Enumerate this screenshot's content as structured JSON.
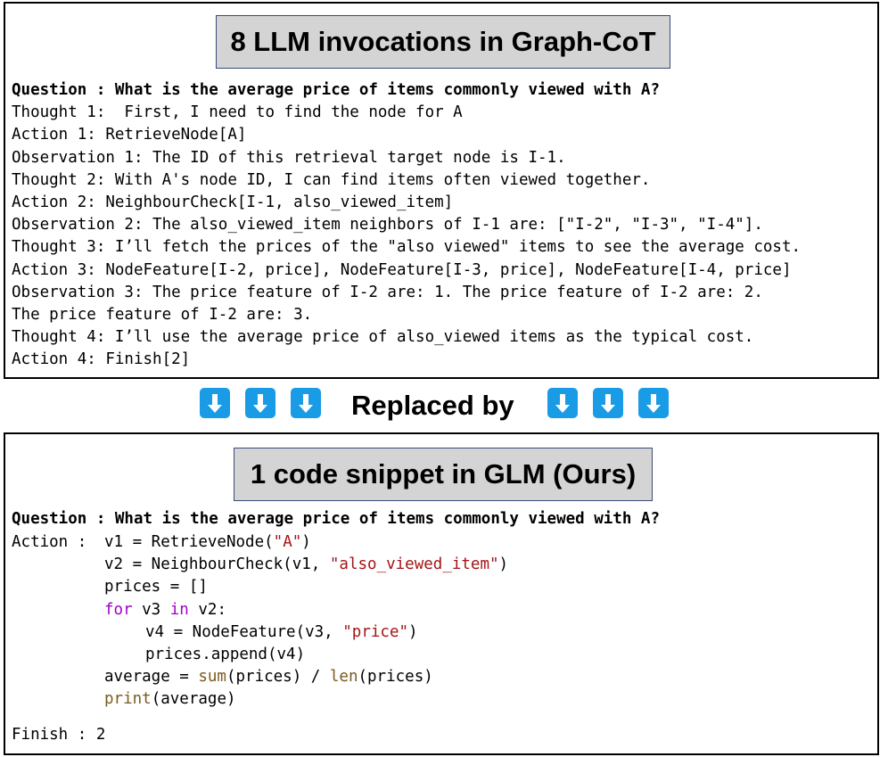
{
  "top": {
    "title": "8 LLM invocations in Graph-CoT",
    "lines": [
      "Question : What is the average price of items commonly viewed with A?",
      "Thought 1:  First, I need to find the node for A",
      "Action 1: RetrieveNode[A]",
      "Observation 1: The ID of this retrieval target node is I-1.",
      "Thought 2: With A's node ID, I can find items often viewed together.",
      "Action 2: NeighbourCheck[I-1, also_viewed_item]",
      "Observation 2: The also_viewed_item neighbors of I-1 are: [\"I-2\", \"I-3\", \"I-4\"].",
      "Thought 3: I’ll fetch the prices of the \"also viewed\" items to see the average cost.",
      "Action 3: NodeFeature[I-2, price], NodeFeature[I-3, price], NodeFeature[I-4, price]",
      "Observation 3: The price feature of I-2 are: 1. The price feature of I-2 are: 2.",
      "The price feature of I-2 are: 3.",
      "Thought 4: I’ll use the average price of also_viewed items as the typical cost.",
      "Action 4: Finish[2]"
    ]
  },
  "divider": {
    "label": "Replaced by",
    "arrow_icon": "down-arrow-icon",
    "arrow_color": "#1a9be6"
  },
  "bottom": {
    "title": "1 code snippet in GLM (Ours)",
    "question": "Question : What is the average price of items commonly viewed with A?",
    "action_label": "Action : ",
    "code": {
      "l1_a": "v1 = RetrieveNode(",
      "l1_s": "\"A\"",
      "l1_b": ")",
      "l2_a": "v2 = NeighbourCheck(v1, ",
      "l2_s": "\"also_viewed_item\"",
      "l2_b": ")",
      "l3": "prices = []",
      "l4_kw1": "for",
      "l4_a": " v3 ",
      "l4_kw2": "in",
      "l4_b": " v2:",
      "l5_a": "v4 = NodeFeature(v3, ",
      "l5_s": "\"price\"",
      "l5_b": ")",
      "l6": "prices.append(v4)",
      "l7_a": "average = ",
      "l7_fn1": "sum",
      "l7_b": "(prices) / ",
      "l7_fn2": "len",
      "l7_c": "(prices)",
      "l8_fn": "print",
      "l8_a": "(average)"
    },
    "finish": "Finish : 2"
  },
  "colors": {
    "keyword": "#a000c8",
    "string": "#a31515",
    "function": "#7a5b1e",
    "title_bg": "#d4d4d4"
  }
}
